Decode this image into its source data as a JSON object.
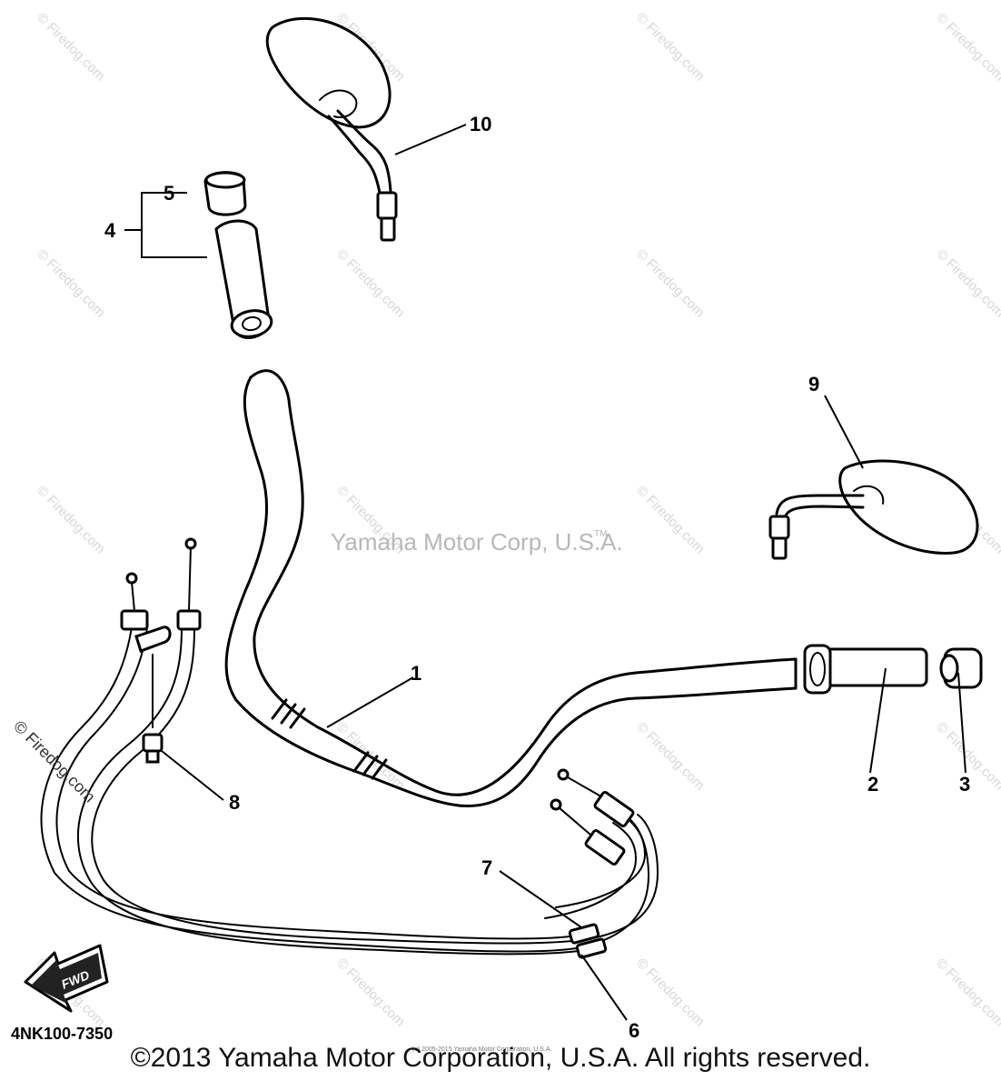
{
  "diagram": {
    "callouts": [
      "1",
      "2",
      "3",
      "4",
      "5",
      "6",
      "7",
      "8",
      "9",
      "10"
    ],
    "center_watermark": "Yamaha Motor Corp, U.S.A.",
    "trademark": "TM",
    "tile_watermark": "© Firedog.com",
    "side_watermark": "© Firedog.com",
    "fwd_label": "FWD",
    "drawing_ref": "4NK100-7350",
    "small_notice": "(c) 2005-2015 Yamaha Motor Corporation, U.S.A.",
    "copyright": "©2013 Yamaha Motor Corporation, U.S.A. All rights reserved."
  }
}
